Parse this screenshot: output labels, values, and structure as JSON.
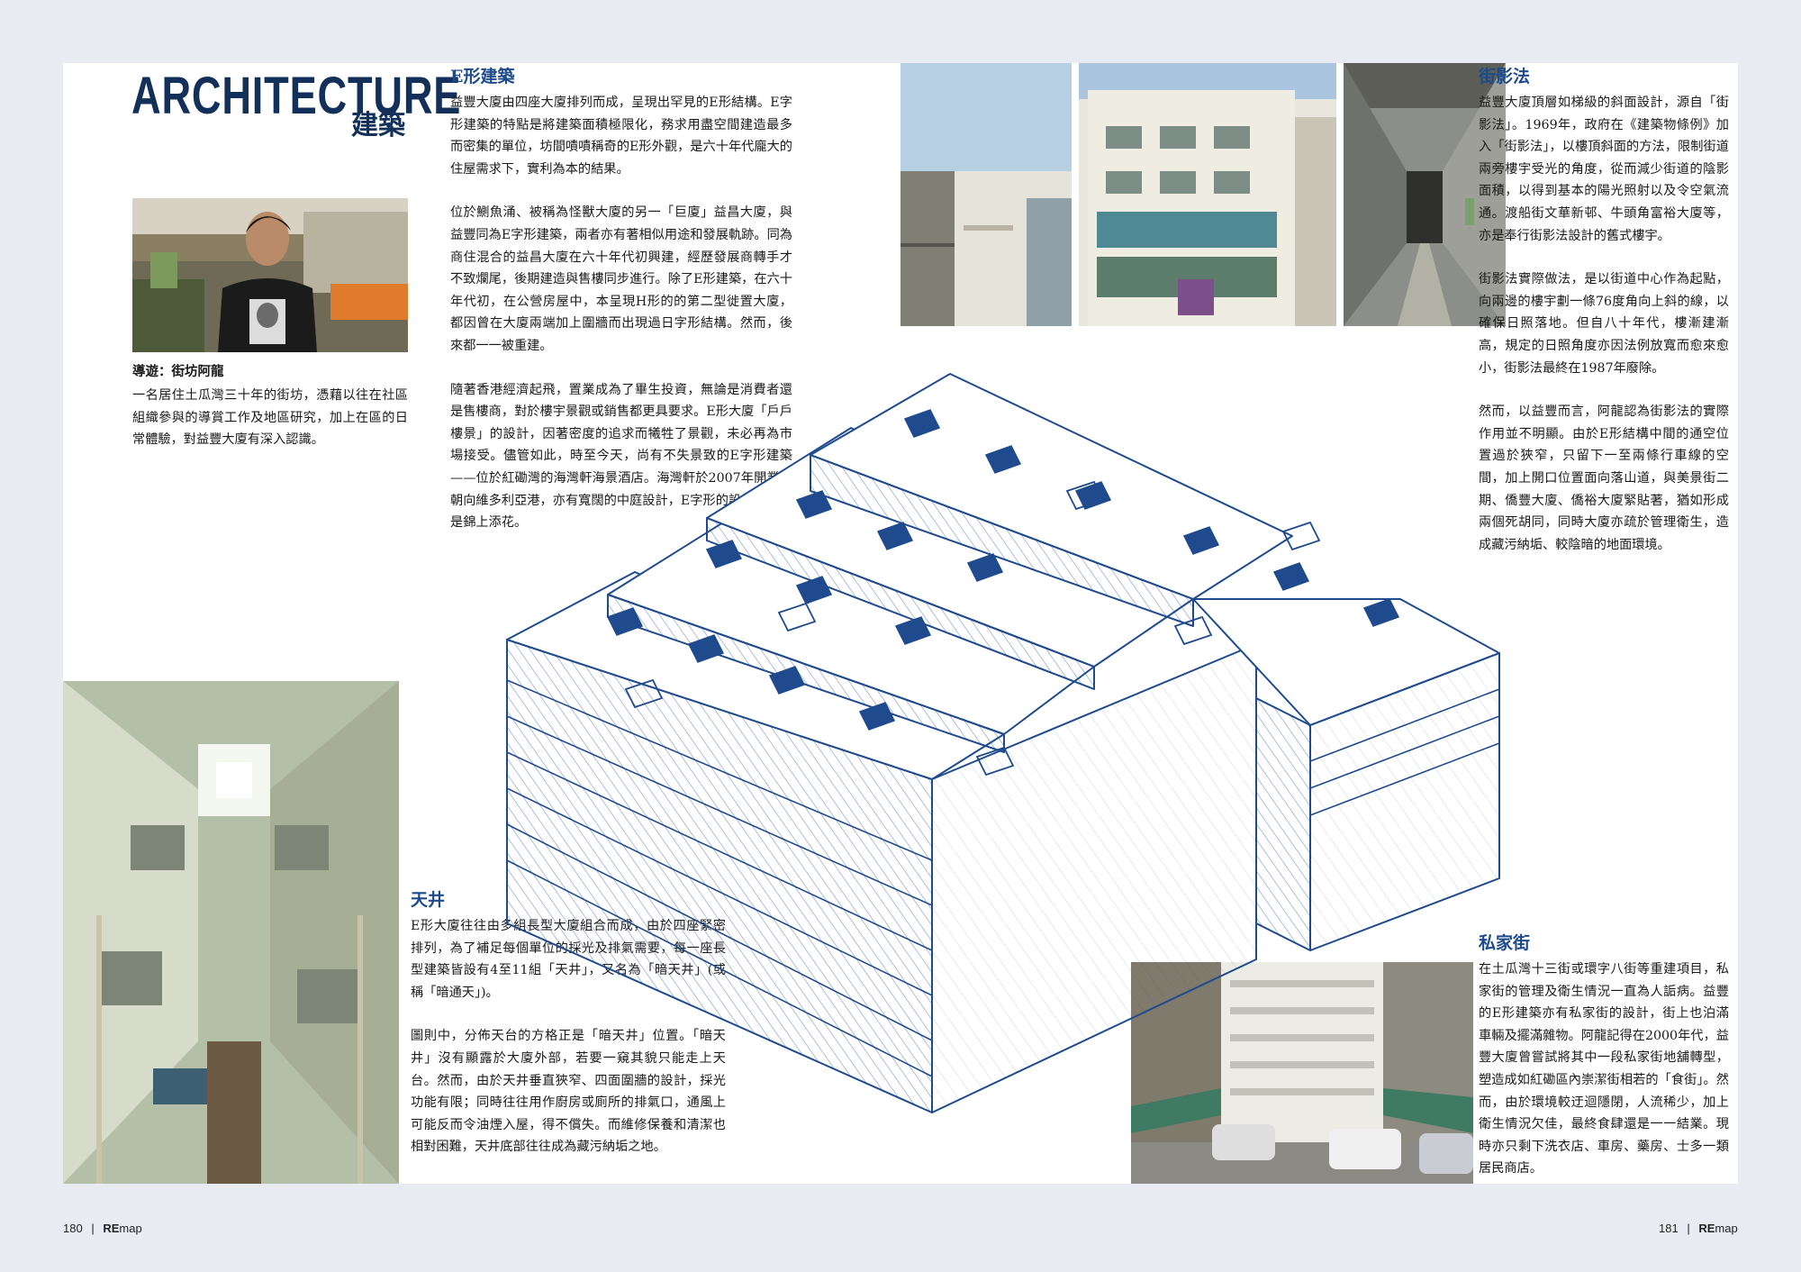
{
  "header": {
    "title_en": "ARCHITECTURE",
    "title_zh": "建築"
  },
  "guide": {
    "label": "導遊：街坊阿龍",
    "bio": "一名居住土瓜灣三十年的街坊，憑藉以往在社區組織參與的導賞工作及地區研究，加上在區的日常體驗，對益豐大廈有深入認識。"
  },
  "e_shape": {
    "title": "E形建築",
    "paragraphs": [
      "益豐大廈由四座大廈排列而成，呈現出罕見的E形結構。E字形建築的特點是將建築面積極限化，務求用盡空間建造最多而密集的單位，坊間嘖嘖稱奇的E形外觀，是六十年代龐大的住屋需求下，實利為本的結果。",
      "位於鰂魚涌、被稱為怪獸大廈的另一「巨廈」益昌大廈，與益豐同為E字形建築，兩者亦有著相似用途和發展軌跡。同為商住混合的益昌大廈在六十年代初興建，經歷發展商轉手才不致爛尾，後期建造與售樓同步進行。除了E形建築，在六十年代初，在公營房屋中，本呈現H形的的第二型徙置大廈，都因曾在大廈兩端加上圍牆而出現過日字形結構。然而，後來都一一被重建。",
      "隨著香港經濟起飛，置業成為了畢生投資，無論是消費者還是售樓商，對於樓宇景觀或銷售都更具要求。E形大廈「戶戶樓景」的設計，因著密度的追求而犧牲了景觀，未必再為市場接受。儘管如此，時至今天，尚有不失景致的E字形建築——位於紅磡灣的海灣軒海景酒店。海灣軒於2007年開業，朝向維多利亞港，亦有寬闊的中庭設計，E字形的設計反可能是錦上添花。"
    ]
  },
  "shadow": {
    "title": "街影法",
    "paragraphs": [
      "益豐大廈頂層如梯級的斜面設計，源自「街影法」。1969年，政府在《建築物條例》加入「街影法」，以樓頂斜面的方法，限制街道兩旁樓宇受光的角度，從而減少街道的陰影面積，以得到基本的陽光照射以及令空氣流通。渡船街文華新邨、牛頭角富裕大廈等，亦是奉行街影法設計的舊式樓宇。",
      "街影法實際做法，是以街道中心作為起點，向兩邊的樓宇劃一條76度角向上斜的線，以確保日照落地。但自八十年代，樓漸建漸高，規定的日照角度亦因法例放寬而愈來愈小，街影法最終在1987年廢除。",
      "然而，以益豐而言，阿龍認為街影法的實際作用並不明顯。由於E形結構中間的通空位置過於狹窄，只留下一至兩條行車線的空間，加上開口位置面向落山道，與美景街二期、僑豐大廈、僑裕大廈緊貼著，猶如形成兩個死胡同，同時大廈亦疏於管理衛生，造成藏污納垢、較陰暗的地面環境。"
    ]
  },
  "lightwell": {
    "title": "天井",
    "paragraphs": [
      "E形大廈往往由多組長型大廈組合而成，由於四座緊密排列，為了補足每個單位的採光及排氣需要，每一座長型建築皆設有4至11組「天井」，又名為「暗天井」(或稱「暗通天」)。",
      "圖則中，分佈天台的方格正是「暗天井」位置。「暗天井」沒有顯露於大廈外部，若要一窺其貌只能走上天台。然而，由於天井垂直狹窄、四面圍牆的設計，採光功能有限；同時往往用作廚房或廁所的排氣口，通風上可能反而令油煙入屋，得不償失。而維修保養和清潔也相對困難，天井底部往往成為藏污納垢之地。"
    ]
  },
  "private_street": {
    "title": "私家街",
    "paragraph": "在土瓜灣十三街或環字八街等重建項目，私家街的管理及衛生情況一直為人詬病。益豐的E形建築亦有私家街的設計，街上也泊滿車輛及擺滿雜物。阿龍記得在2000年代，益豐大廈曾嘗試將其中一段私家街地舖轉型，塑造成如紅磡區內崇潔街相若的「食街」。然而，由於環境較迂迴隱閉，人流稀少，加上衛生情況欠佳，最終食肆還是一一結業。現時亦只剩下洗衣店、車房、藥房、士多一類居民商店。"
  },
  "footer": {
    "left_page": "180",
    "right_page": "181",
    "sep": "|",
    "brand_bold": "RE",
    "brand_rest": "map"
  },
  "colors": {
    "accent": "#12305a",
    "section": "#1d4a8c",
    "sketch": "#1f4b8e",
    "bg": "#e8ebf2"
  }
}
